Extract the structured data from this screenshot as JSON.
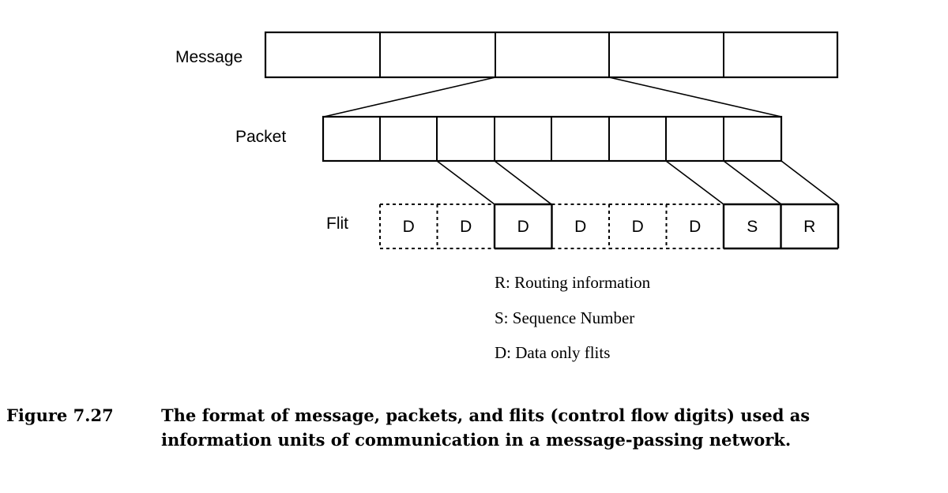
{
  "labels": {
    "message": "Message",
    "packet": "Packet",
    "flit": "Flit"
  },
  "message_cell_count": 5,
  "packet_cell_count": 8,
  "flits": [
    {
      "letter": "D",
      "style": "dashed"
    },
    {
      "letter": "D",
      "style": "dashed"
    },
    {
      "letter": "D",
      "style": "solid"
    },
    {
      "letter": "D",
      "style": "dashed"
    },
    {
      "letter": "D",
      "style": "dashed"
    },
    {
      "letter": "D",
      "style": "dashed"
    },
    {
      "letter": "S",
      "style": "solid"
    },
    {
      "letter": "R",
      "style": "solid"
    }
  ],
  "legend": [
    "R: Routing information",
    "S: Sequence Number",
    "D: Data only flits"
  ],
  "caption": {
    "figure_label": "Figure 7.27",
    "line1": "The format of message, packets, and flits (control flow digits) used as",
    "line2": "information units of communication in a message-passing network."
  }
}
